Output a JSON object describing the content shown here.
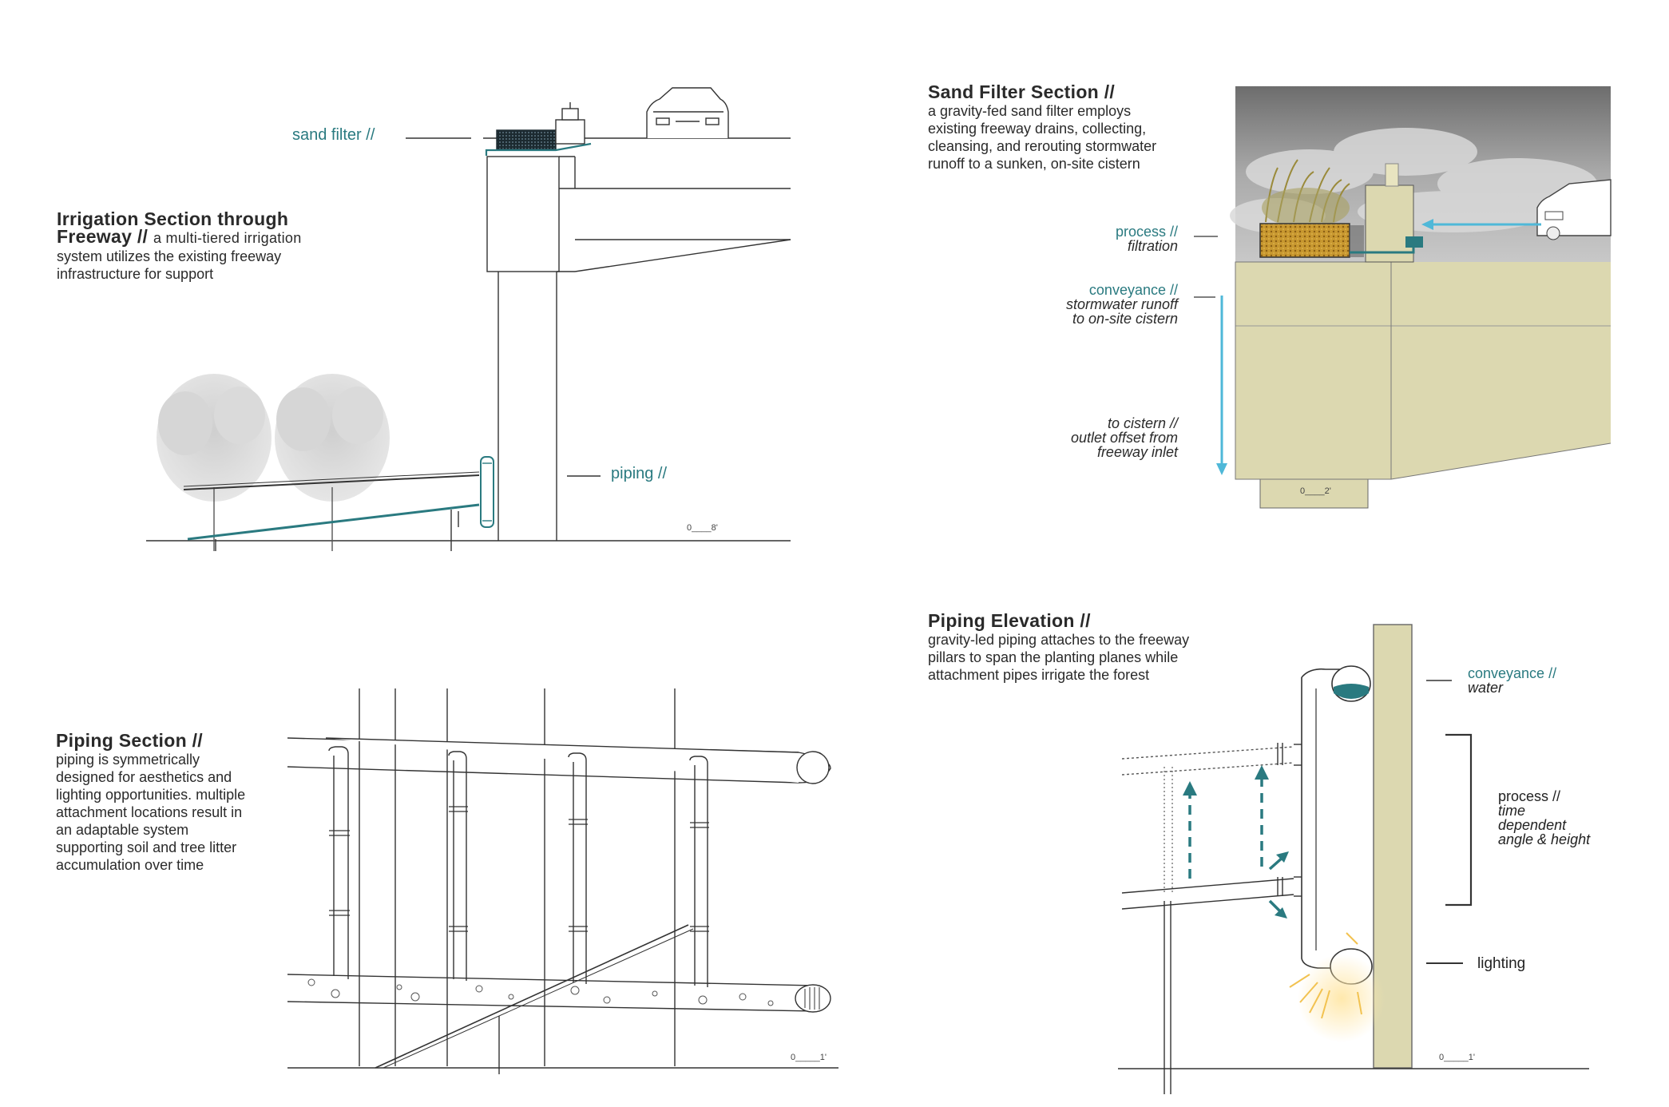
{
  "irrigation": {
    "title_line1": "Irrigation Section through",
    "title_line2": "Freeway //",
    "body_inline": "a multi-tiered irrigation",
    "body_rest": "system utilizes the existing freeway infrastructure for support",
    "label_sand_filter": "sand filter //",
    "label_piping": "piping //",
    "scale": "0____8'"
  },
  "sand_filter": {
    "title": "Sand Filter Section //",
    "body": "a gravity-fed sand filter employs existing freeway drains, collecting, cleansing, and rerouting stormwater runoff to a sunken, on-site cistern",
    "process_label": "process //",
    "process_sub": "filtration",
    "conveyance_label": "conveyance //",
    "conveyance_sub1": "stormwater runoff",
    "conveyance_sub2": "to on-site cistern",
    "cistern_1": "to cistern //",
    "cistern_2": "outlet offset from",
    "cistern_3": "freeway inlet",
    "scale": "0____2'"
  },
  "piping_section": {
    "title": "Piping Section //",
    "body": "piping is symmetrically designed for aesthetics and lighting opportunities. multiple attachment locations result in an adaptable system supporting soil and tree litter accumulation over time",
    "scale": "0_____1'"
  },
  "piping_elevation": {
    "title": "Piping Elevation //",
    "body": "gravity-led piping attaches to the freeway pillars to span the planting planes while attachment pipes irrigate the forest",
    "conveyance_label": "conveyance //",
    "conveyance_sub": "water",
    "process_label": "process //",
    "process_sub1": "time",
    "process_sub2": "dependent",
    "process_sub3": "angle & height",
    "lighting": "lighting",
    "scale": "0_____1'"
  },
  "colors": {
    "teal": "#2a7a80",
    "arrow_blue": "#4fb8d8",
    "concrete": "#dcd8b0",
    "line": "#333333"
  }
}
